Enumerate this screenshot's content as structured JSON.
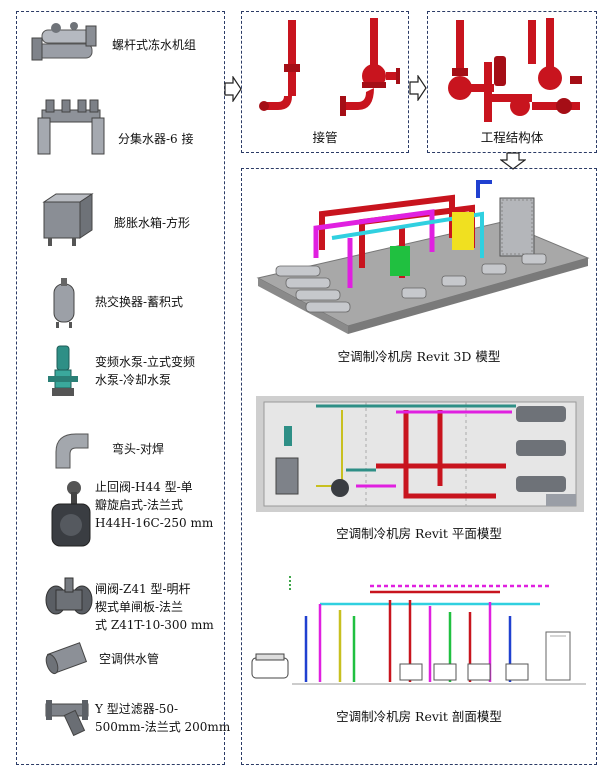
{
  "components": [
    {
      "name": "螺杆式冻水机组",
      "icon": "screw-chiller-icon"
    },
    {
      "name": "分集水器-6 接",
      "icon": "water-distributor-icon"
    },
    {
      "name": "膨胀水箱-方形",
      "icon": "expansion-tank-icon"
    },
    {
      "name": "热交换器-蓄积式",
      "icon": "heat-exchanger-icon"
    },
    {
      "name_line1": "变频水泵-立式变频",
      "name_line2": "水泵-冷却水泵",
      "icon": "pump-icon"
    },
    {
      "name": "弯头-对焊",
      "icon": "elbow-icon"
    },
    {
      "name_line1": "止回阀-H44 型-单",
      "name_line2": "瓣旋启式-法兰式",
      "name_line3": "H44H-16C-250 mm",
      "icon": "check-valve-icon"
    },
    {
      "name_line1": "闸阀-Z41 型-明杆",
      "name_line2": "楔式单闸板-法兰",
      "name_line3": "式 Z41T-10-300 mm",
      "icon": "gate-valve-icon"
    },
    {
      "name": "空调供水管",
      "icon": "supply-pipe-icon"
    },
    {
      "name_line1": "Y 型过滤器-50-",
      "name_line2": "500mm-法兰式 200mm",
      "icon": "y-strainer-icon"
    }
  ],
  "stages": {
    "pipe_connection": "接管",
    "engineering_structure": "工程结构体"
  },
  "models": {
    "model_3d": "空调制冷机房 Revit 3D 模型",
    "plan": "空调制冷机房 Revit 平面模型",
    "section": "空调制冷机房 Revit 剖面模型"
  },
  "colors": {
    "frame": "#2b3b66",
    "pipe_red": "#c8141e",
    "magenta": "#e020e0",
    "cyan": "#30d0e0",
    "yellow": "#f0e020",
    "green": "#20c040",
    "blue": "#2040d0",
    "gray_floor": "#a8a8a8"
  }
}
